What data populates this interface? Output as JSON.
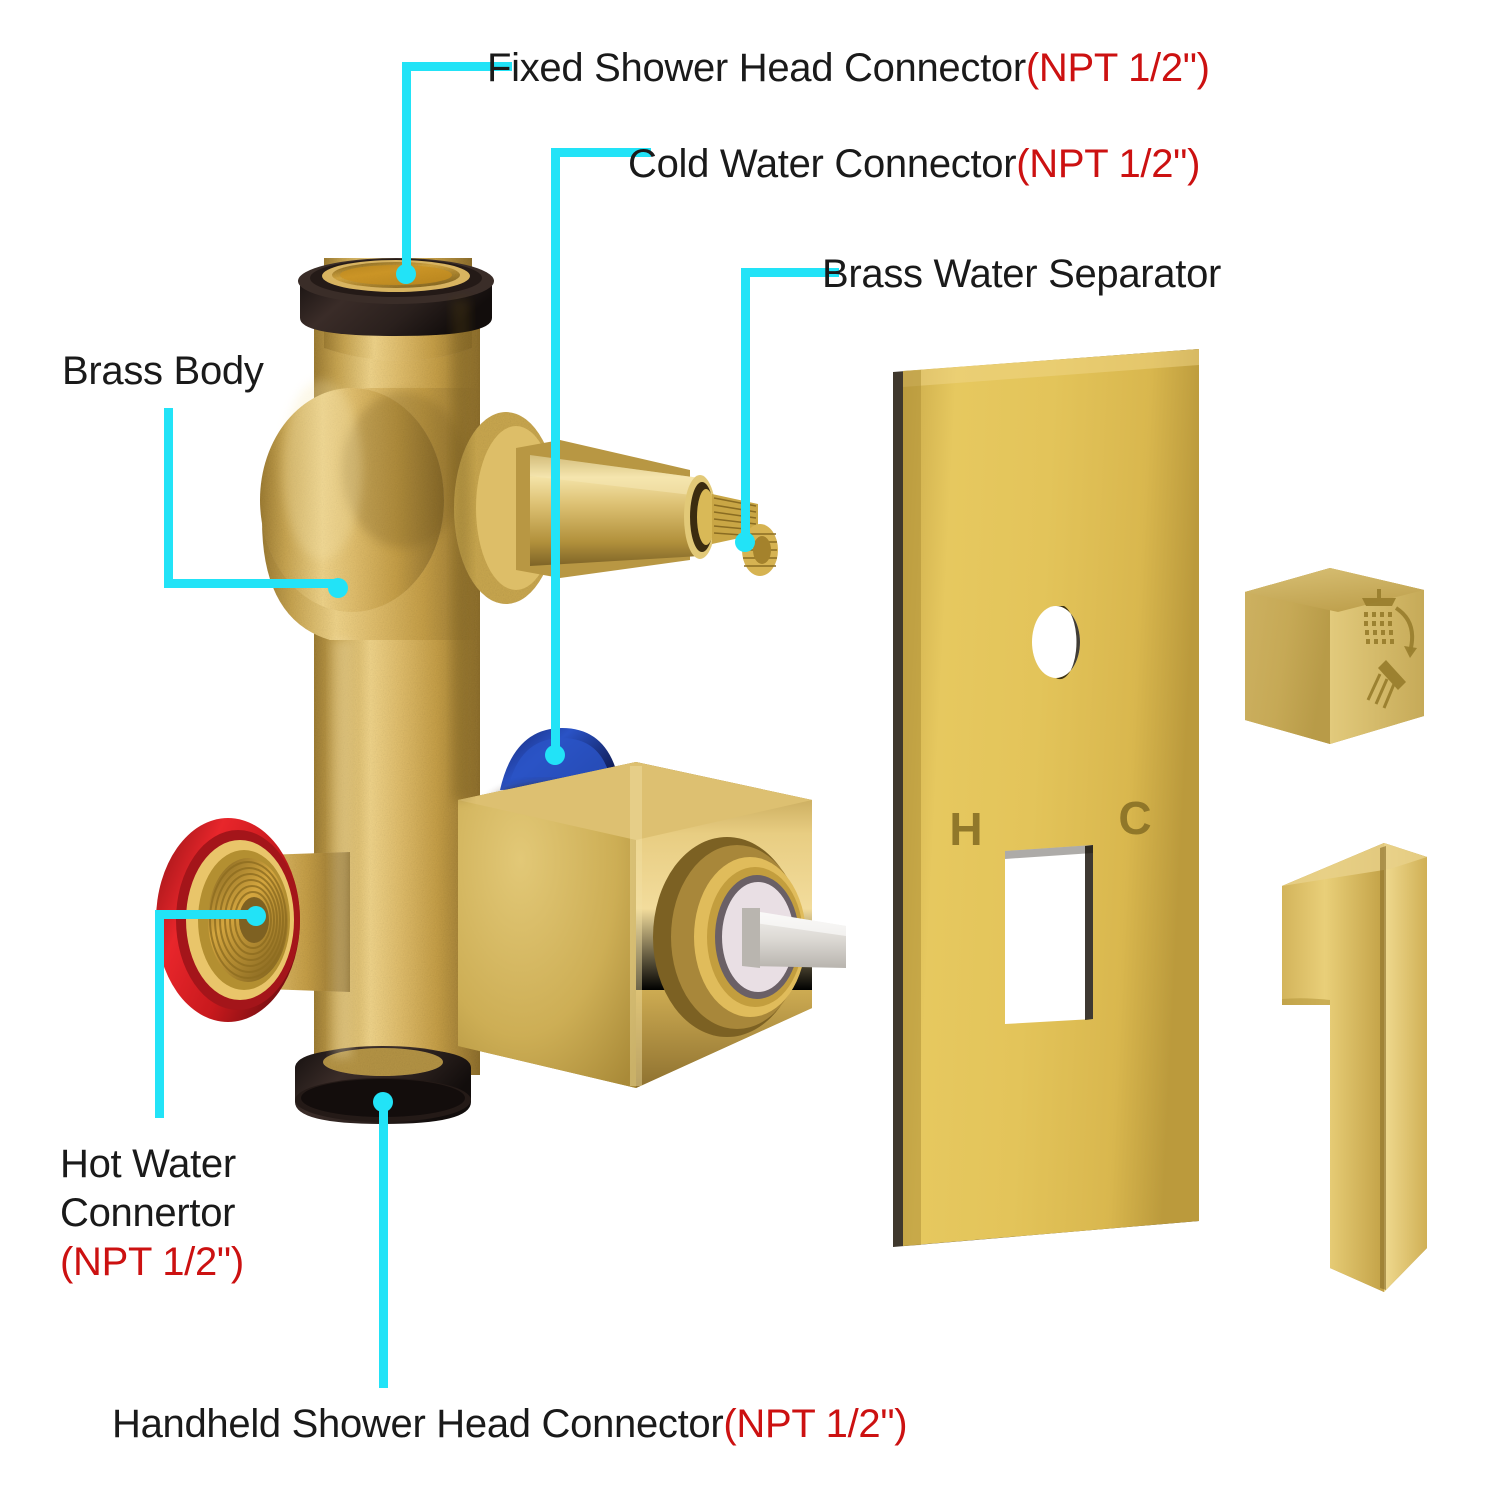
{
  "diagram": {
    "type": "exploded-product-diagram",
    "subject": "Brass shower valve rough-in body with trim plate, diverter button and lever handle",
    "background_color": "#ffffff",
    "leader_color": "#22e3f7",
    "npt_text_color": "#cc1111",
    "label_text_color": "#1a1a1a"
  },
  "callouts": [
    {
      "id": "fixed-shower-head-connector",
      "text": "Fixed Shower Head Connector",
      "spec": "(NPT 1/2\")",
      "target": "top brass outlet port with black cap"
    },
    {
      "id": "cold-water-connector",
      "text": "Cold Water Connector",
      "spec": "(NPT 1/2\")",
      "target": "blue marked inlet port"
    },
    {
      "id": "brass-water-separator",
      "text": "Brass Water Separator",
      "spec": "",
      "target": "splined brass diverter cartridge stem"
    },
    {
      "id": "brass-body",
      "text": "Brass Body",
      "spec": "",
      "target": "main brass valve housing"
    },
    {
      "id": "hot-water-connector",
      "text": "Hot Water Connertor",
      "spec": "(NPT 1/2\")",
      "target": "red marked threaded inlet port"
    },
    {
      "id": "handheld-shower-head-connector",
      "text": "Handheld Shower Head Connector",
      "spec": "(NPT 1/2\")",
      "target": "bottom brass outlet port with black cap"
    }
  ],
  "parts": {
    "trim_plate": {
      "name": "escutcheon-trim-plate",
      "finish": "polished brass / gold",
      "markings": {
        "hot": "H",
        "cold": "C"
      },
      "openings": [
        "round hole for diverter button",
        "square hole for handle stem"
      ]
    },
    "diverter_button": {
      "name": "diverter-button",
      "finish": "brushed brass / gold",
      "icons": [
        "fixed-shower-head-icon",
        "handheld-shower-icon",
        "arrow-icon"
      ]
    },
    "lever_handle": {
      "name": "lever-handle",
      "finish": "polished brass / gold"
    },
    "valve_body": {
      "name": "brass-valve-body",
      "ports": [
        {
          "name": "fixed-shower-outlet",
          "cap_color": "#2b2120",
          "position": "top"
        },
        {
          "name": "handheld-shower-outlet",
          "cap_color": "#2b2120",
          "position": "bottom"
        },
        {
          "name": "hot-water-inlet",
          "cap_color": "#d41f26",
          "position": "left"
        },
        {
          "name": "cold-water-inlet",
          "cap_color": "#1b3fa0",
          "position": "rear"
        }
      ]
    }
  }
}
